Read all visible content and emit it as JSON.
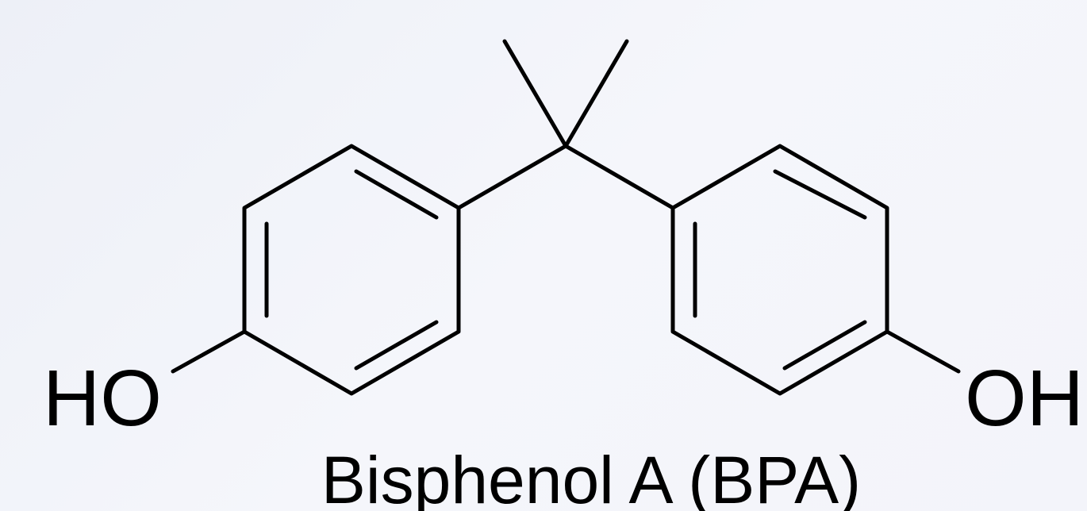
{
  "molecule": {
    "name": "Bisphenol A (BPA)",
    "left_group": "HO",
    "right_group": "OH"
  },
  "colors": {
    "bond": "#000000",
    "text": "#000000",
    "background": "#f0f2f8"
  }
}
